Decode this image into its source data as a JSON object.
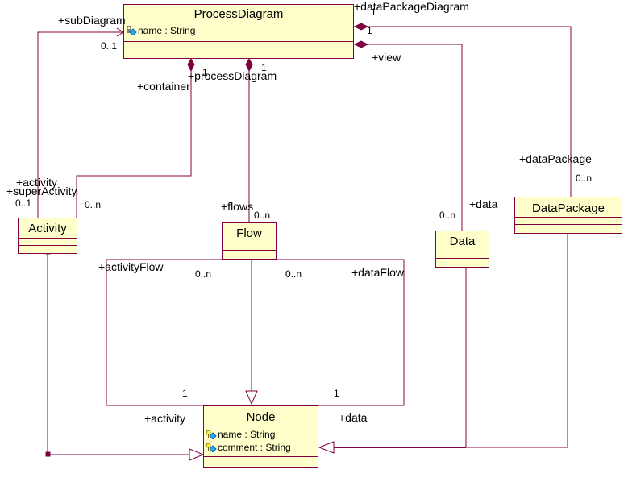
{
  "colors": {
    "line": "#800040",
    "box_fill": "#ffffcc",
    "box_border": "#800040"
  },
  "classes": {
    "process_diagram": {
      "name": "ProcessDiagram",
      "attributes": [
        {
          "icon": "private-attribute-lock-icon",
          "text": "name : String"
        }
      ]
    },
    "activity": {
      "name": "Activity",
      "attributes": []
    },
    "flow": {
      "name": "Flow",
      "attributes": []
    },
    "data": {
      "name": "Data",
      "attributes": []
    },
    "data_package": {
      "name": "DataPackage",
      "attributes": []
    },
    "node": {
      "name": "Node",
      "attributes": [
        {
          "icon": "protected-attribute-key-icon",
          "text": "name : String"
        },
        {
          "icon": "protected-attribute-key-icon",
          "text": "comment : String"
        }
      ]
    }
  },
  "associations": {
    "sub_diagram": {
      "role_a": "+subDiagram",
      "mult_a": "0..1",
      "role_b": "+activity",
      "mult_b": "0..1"
    },
    "container": {
      "role_a": "+container",
      "mult_a": "1",
      "role_b": "+superActivity",
      "mult_b": "0..n"
    },
    "process_diagram_flows": {
      "role_a": "+processDiagram",
      "mult_a": "1",
      "role_b": "+flows",
      "mult_b": "0..n"
    },
    "data_package_diagram": {
      "role_a": "+dataPackageDiagram",
      "mult_a": "1",
      "role_b": "+dataPackage",
      "mult_b": "0..n"
    },
    "view_data": {
      "role_a": "+view",
      "mult_a": "1",
      "role_b": "+data",
      "mult_b": "0..n"
    },
    "activity_flow": {
      "role_a": "+activityFlow",
      "mult_a": "0..n",
      "role_b": "+activity",
      "mult_b": "1"
    },
    "data_flow": {
      "role_a": "+dataFlow",
      "mult_a": "0..n",
      "role_b": "+data",
      "mult_b": "1"
    }
  }
}
